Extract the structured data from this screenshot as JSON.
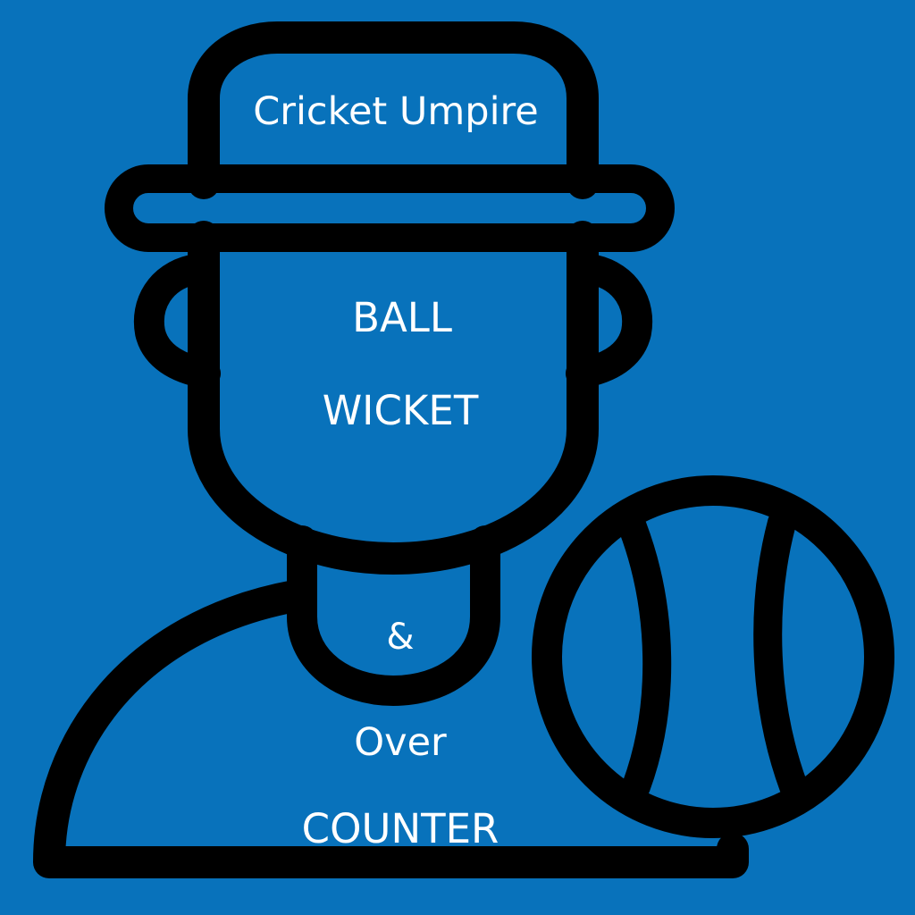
{
  "icon": {
    "title": "Cricket Umpire",
    "lines": [
      "BALL",
      "WICKET",
      "&",
      "Over",
      "COUNTER"
    ]
  },
  "colors": {
    "background": "#0872bb",
    "outline": "#000000",
    "text": "#ffffff"
  },
  "icons": [
    "umpire-icon",
    "hat-icon",
    "cricket-ball-icon"
  ]
}
